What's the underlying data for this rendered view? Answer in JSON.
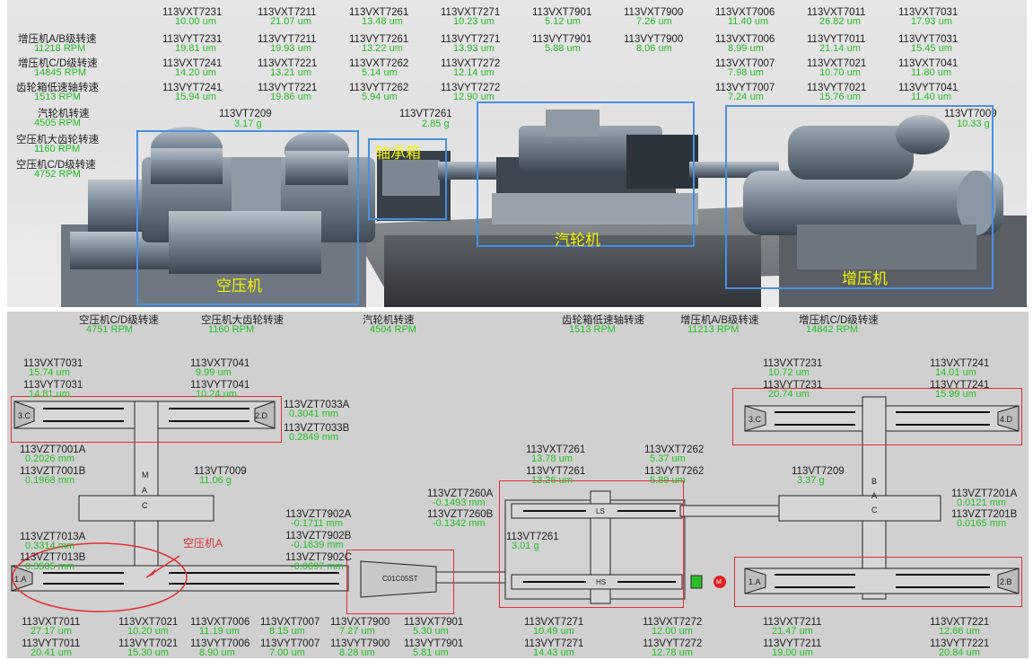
{
  "top": {
    "sensor_rows": [
      [
        [
          "113VXT7231",
          "10.00 um"
        ],
        [
          "113VXT7211",
          "21.07 um"
        ],
        [
          "113VXT7261",
          "13.48 um"
        ],
        [
          "113VXT7271",
          "10.23 um"
        ],
        [
          "113VXT7901",
          "5.12 um"
        ],
        [
          "113VXT7900",
          "7.26 um"
        ],
        [
          "113VXT7006",
          "11.40 um"
        ],
        [
          "113VXT7011",
          "26.82 um"
        ],
        [
          "113VXT7031",
          "17.93 um"
        ]
      ],
      [
        [
          "113VYT7231",
          "19.81 um"
        ],
        [
          "113VYT7211",
          "19.93 um"
        ],
        [
          "113VYT7261",
          "13.22 um"
        ],
        [
          "113VYT7271",
          "13.93 um"
        ],
        [
          "113VYT7901",
          "5.88 um"
        ],
        [
          "113VYT7900",
          "8.06 um"
        ],
        [
          "113VXT7006",
          "8.99 um"
        ],
        [
          "113VYT7011",
          "21.14 um"
        ],
        [
          "113VYT7031",
          "15.45 um"
        ]
      ],
      [
        [
          "113VXT7241",
          "14.20 um"
        ],
        [
          "113VXT7221",
          "13.21 um"
        ],
        [
          "113VXT7262",
          "5.14 um"
        ],
        [
          "113VXT7272",
          "12.14 um"
        ],
        [
          "",
          ""
        ],
        [
          "",
          ""
        ],
        [
          "113VXT7007",
          "7.98 um"
        ],
        [
          "113VXT7021",
          "10.70 um"
        ],
        [
          "113VXT7041",
          "11.80 um"
        ]
      ],
      [
        [
          "113VYT7241",
          "15.94 um"
        ],
        [
          "113VYT7221",
          "19.86 um"
        ],
        [
          "113VYT7262",
          "5.94 um"
        ],
        [
          "113VYT7272",
          "12.90 um"
        ],
        [
          "",
          ""
        ],
        [
          "",
          ""
        ],
        [
          "113VYT7007",
          "7.24 um"
        ],
        [
          "113VYT7021",
          "15.76 um"
        ],
        [
          "113VYT7041",
          "11.40 um"
        ]
      ]
    ],
    "speeds": [
      {
        "label": "增压机A/B级转速",
        "value": "11218 RPM"
      },
      {
        "label": "增压机C/D级转速",
        "value": "14845 RPM"
      },
      {
        "label": "齿轮箱低速轴转速",
        "value": "1513 RPM"
      },
      {
        "label": "汽轮机转速",
        "value": "4505 RPM"
      },
      {
        "label": "空压机大齿轮转速",
        "value": "1160 RPM"
      },
      {
        "label": "空压机C/D级转速",
        "value": "4752 RPM"
      }
    ],
    "vt": [
      {
        "tag": "113VT7209",
        "value": "3.17 g"
      },
      {
        "tag": "113VT7261",
        "value": "2.85 g"
      },
      {
        "tag": "113VT7009",
        "value": "10.33 g"
      }
    ],
    "labels": {
      "air_compressor": "空压机",
      "bearing_box": "轴承箱",
      "turbine": "汽轮机",
      "booster": "增压机"
    }
  },
  "bottom": {
    "speeds": [
      {
        "label": "空压机C/D级转速",
        "value": "4751 RPM"
      },
      {
        "label": "空压机大齿轮转速",
        "value": "1160 RPM"
      },
      {
        "label": "汽轮机转速",
        "value": "4504 RPM"
      },
      {
        "label": "齿轮箱低速轴转速",
        "value": "1513 RPM"
      },
      {
        "label": "增压机A/B级转速",
        "value": "11213 RPM"
      },
      {
        "label": "增压机C/D级转速",
        "value": "14842 RPM"
      }
    ],
    "sensors": {
      "vxt7031": {
        "tag": "113VXT7031",
        "value": "15.74 um"
      },
      "vyt7031": {
        "tag": "113VYT7031",
        "value": "14.81 um"
      },
      "vxt7041": {
        "tag": "113VXT7041",
        "value": "9.99 um"
      },
      "vyt7041": {
        "tag": "113VYT7041",
        "value": "10.24 um"
      },
      "vzt7033a": {
        "tag": "113VZT7033A",
        "value": "0.3041 mm"
      },
      "vzt7033b": {
        "tag": "113VZT7033B",
        "value": "0.2849 mm"
      },
      "vzt7001a": {
        "tag": "113VZT7001A",
        "value": "0.2026 mm"
      },
      "vzt7001b": {
        "tag": "113VZT7001B",
        "value": "0.1968 mm"
      },
      "vt7009": {
        "tag": "113VT7009",
        "value": "11.06 g"
      },
      "vzt7013a": {
        "tag": "113VZT7013A",
        "value": "0.3314 mm"
      },
      "vzt7013b": {
        "tag": "113VZT7013B",
        "value": "0.3505 mm"
      },
      "vzt7902a": {
        "tag": "113VZT7902A",
        "value": "-0.1711 mm"
      },
      "vzt7902b": {
        "tag": "113VZT7902B",
        "value": "-0.1639 mm"
      },
      "vzt7902c": {
        "tag": "113VZT7902C",
        "value": "-0.0697 mm"
      },
      "vzt7260a": {
        "tag": "113VZT7260A",
        "value": "-0.1493 mm"
      },
      "vzt7260b": {
        "tag": "113VZT7260B",
        "value": "-0.1342 mm"
      },
      "vxt7261": {
        "tag": "113VXT7261",
        "value": "13.78 um"
      },
      "vyt7261": {
        "tag": "113VYT7261",
        "value": "13.26 um"
      },
      "vxt7262": {
        "tag": "113VXT7262",
        "value": "5.37 um"
      },
      "vyt7262": {
        "tag": "113VYT7262",
        "value": "5.89 um"
      },
      "vt7261": {
        "tag": "113VT7261",
        "value": "3.01 g"
      },
      "vt7209": {
        "tag": "113VT7209",
        "value": "3.37 g"
      },
      "vxt7231": {
        "tag": "113VXT7231",
        "value": "10.72 um"
      },
      "vyt7231": {
        "tag": "113VYT7231",
        "value": "20.74 um"
      },
      "vxt7241": {
        "tag": "113VXT7241",
        "value": "14.01 um"
      },
      "vyt7241": {
        "tag": "113VYT7241",
        "value": "15.99 um"
      },
      "vzt7201a": {
        "tag": "113VZT7201A",
        "value": "0.0121 mm"
      },
      "vzt7201b": {
        "tag": "113VZT7201B",
        "value": "0.0165 mm"
      }
    },
    "bottom_row_x": [
      {
        "tag": "113VXT7011",
        "value": "27.17 um"
      },
      {
        "tag": "113VXT7021",
        "value": "10.20 um"
      },
      {
        "tag": "113VXT7006",
        "value": "11.19 um"
      },
      {
        "tag": "113VXT7007",
        "value": "8.15 um"
      },
      {
        "tag": "113VXT7900",
        "value": "7.27 um"
      },
      {
        "tag": "113VXT7901",
        "value": "5.30 um"
      },
      {
        "tag": "113VXT7271",
        "value": "10.49 um"
      },
      {
        "tag": "113VXT7272",
        "value": "12.00 um"
      },
      {
        "tag": "113VXT7211",
        "value": "21.47 um"
      },
      {
        "tag": "113VXT7221",
        "value": "12.66 um"
      }
    ],
    "bottom_row_y": [
      {
        "tag": "113VYT7011",
        "value": "20.41 um"
      },
      {
        "tag": "113VYT7021",
        "value": "15.30 um"
      },
      {
        "tag": "113VYT7006",
        "value": "8.90 um"
      },
      {
        "tag": "113VYT7007",
        "value": "7.00 um"
      },
      {
        "tag": "113VYT7900",
        "value": "8.28 um"
      },
      {
        "tag": "113VYT7901",
        "value": "5.81 um"
      },
      {
        "tag": "113VYT7271",
        "value": "14.43 um"
      },
      {
        "tag": "113VYT7272",
        "value": "12.78 um"
      },
      {
        "tag": "113VYT7211",
        "value": "19.00 um"
      },
      {
        "tag": "113VYT7221",
        "value": "20.84 um"
      }
    ],
    "annotation": "空压机A",
    "turbine_label": "C01C05ST",
    "motor_label": "M",
    "stage_labels": {
      "s3c": "3.C",
      "s2d": "2.D",
      "s1a": "1.A",
      "r3c": "3.C",
      "r4d": "4.D",
      "r1a": "1.A",
      "r2b": "2.B",
      "ls": "LS",
      "hs": "HS"
    },
    "mac": [
      "M",
      "A",
      "C"
    ],
    "bac": [
      "B",
      "A",
      "C"
    ]
  },
  "colors": {
    "value_green": "#22c022",
    "box_blue": "#4a90e2",
    "box_red": "#e03030",
    "label_yellow": "#f2f200"
  }
}
